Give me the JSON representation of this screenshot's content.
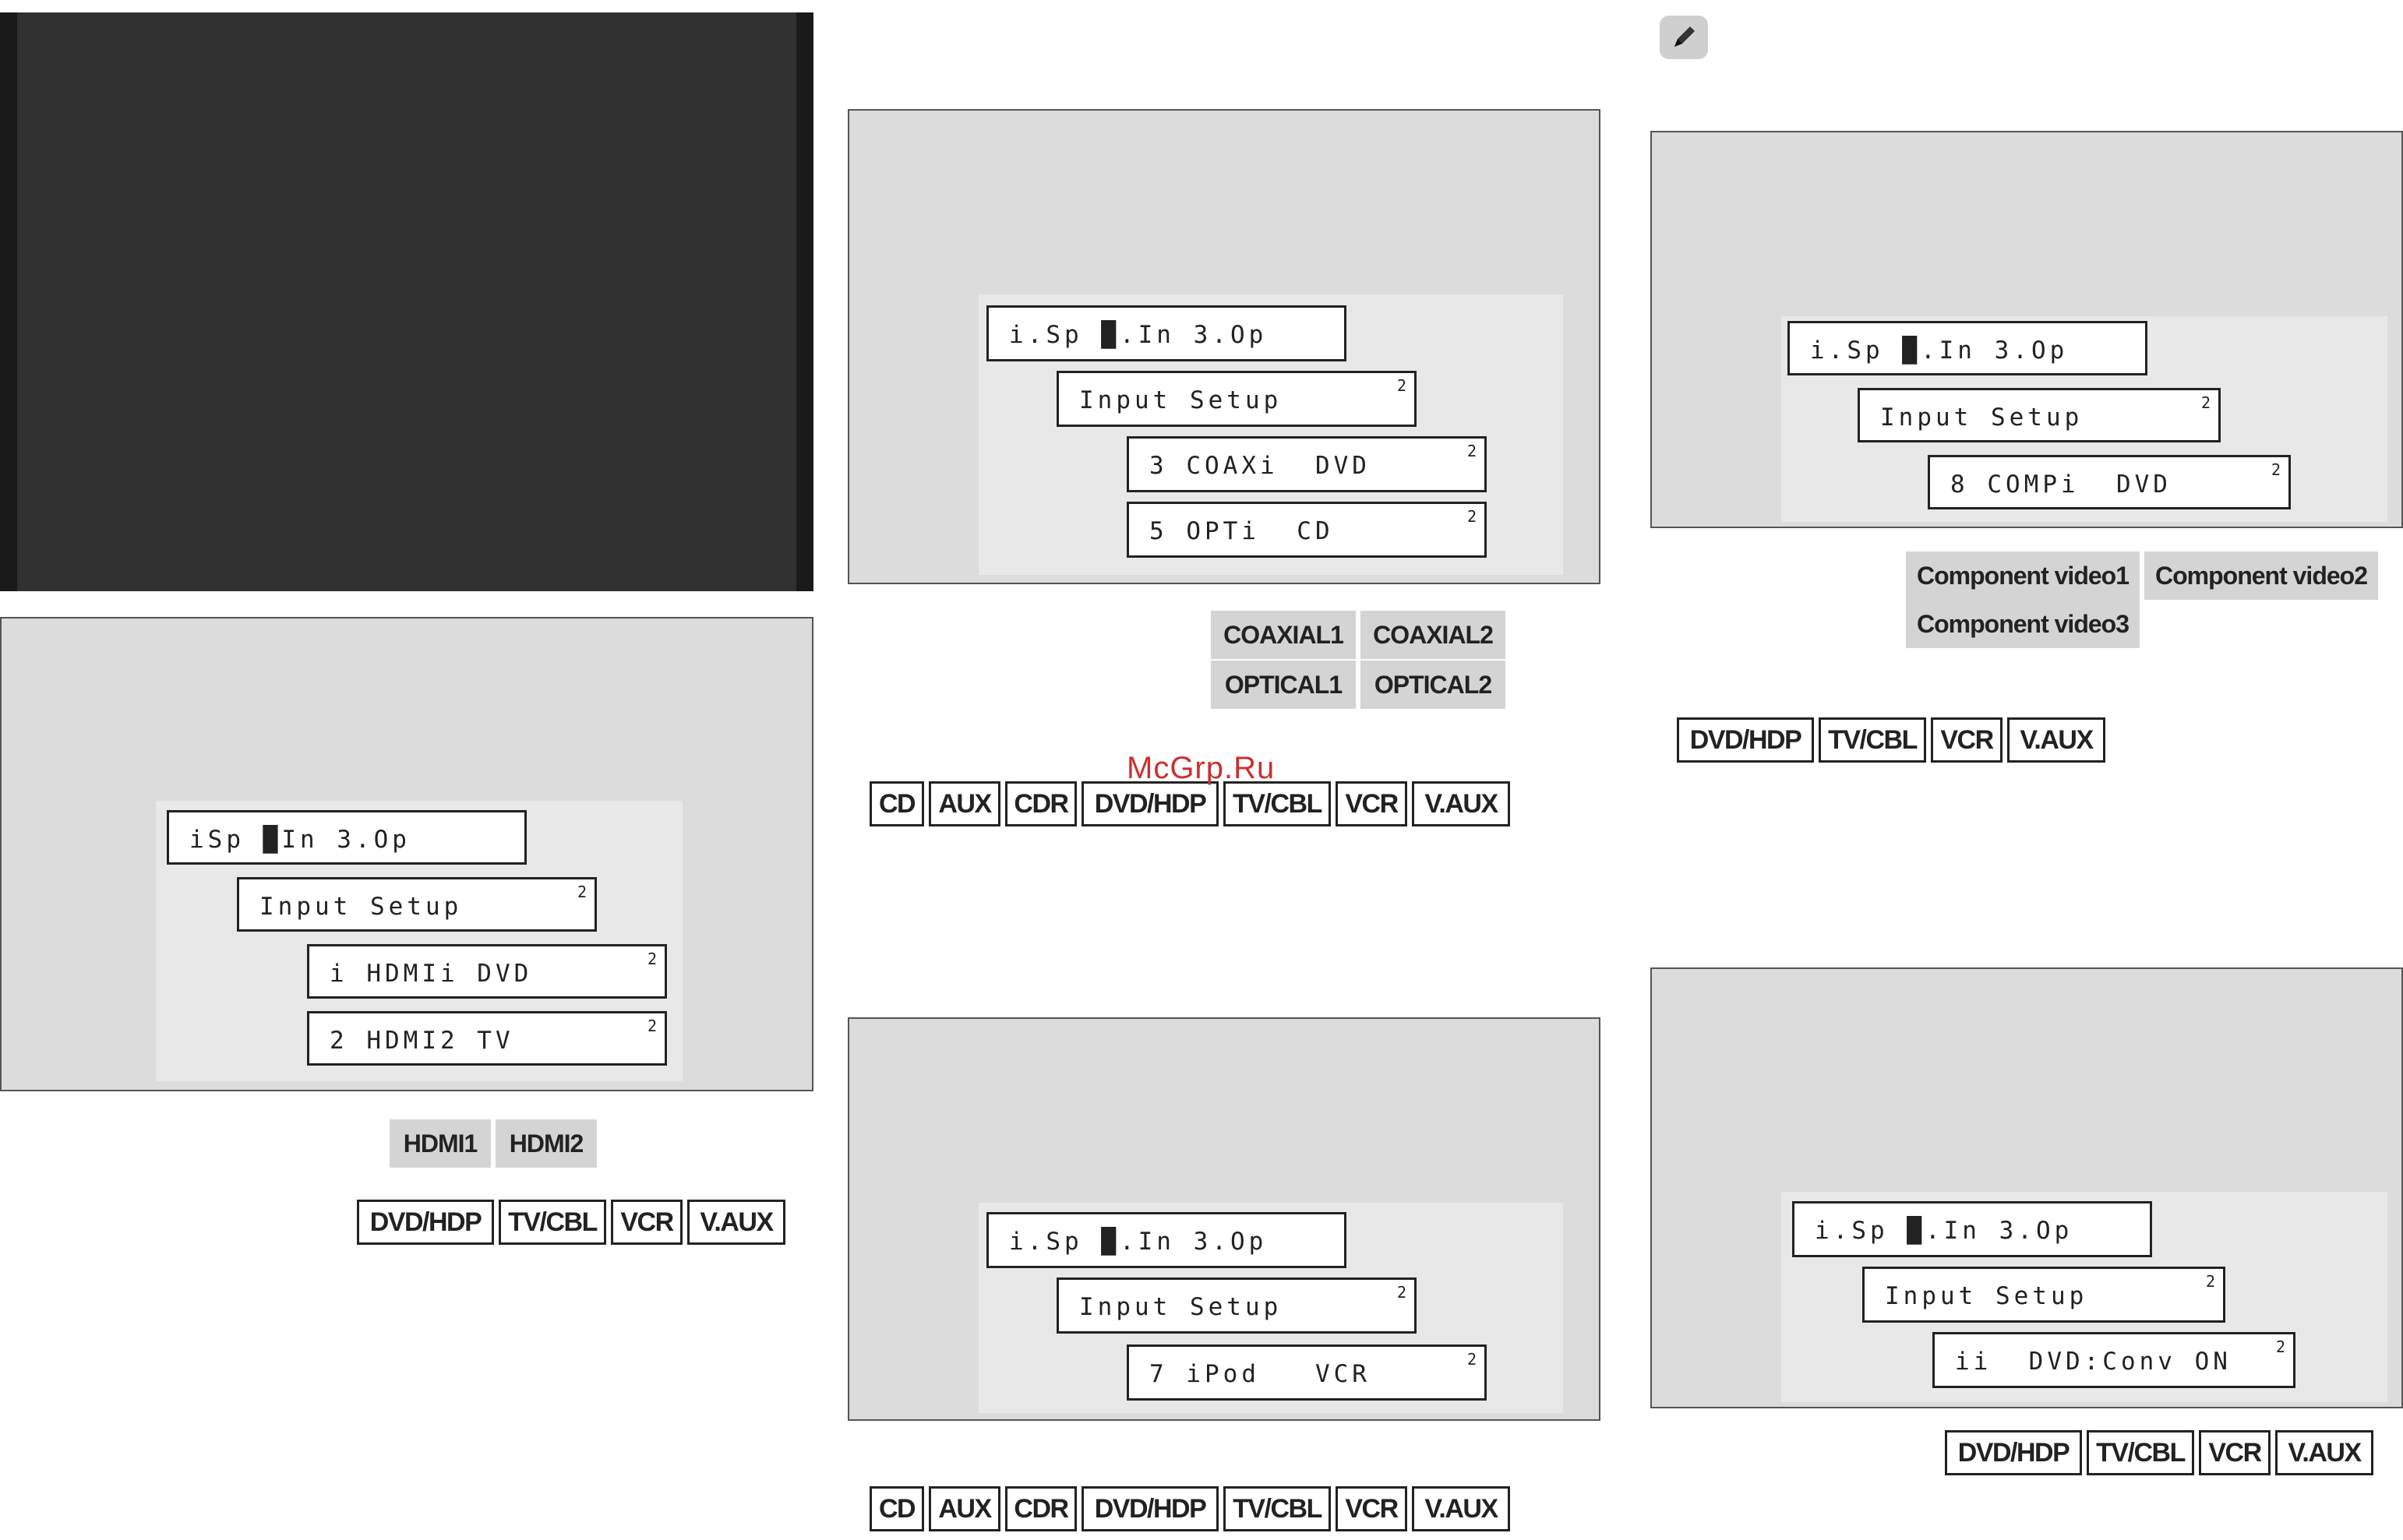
{
  "watermark": "McGrp.Ru",
  "icons": {
    "note": "pencil-icon"
  },
  "osd_common": {
    "menu_line": "i.Sp █.In 3.Op",
    "submenu": "Input Setup",
    "corner_mark": "2"
  },
  "panel_hdmi": {
    "menu_line": "iSp █In 3.Op",
    "submenu": "Input Setup",
    "rows": [
      "i HDMIi DVD",
      "2 HDMI2 TV"
    ],
    "tags": [
      "HDMI1",
      "HDMI2"
    ],
    "buttons": [
      "DVD/HDP",
      "TV/CBL",
      "VCR",
      "V.AUX"
    ]
  },
  "panel_digital": {
    "rows": [
      "3 COAXi  DVD",
      "5 OPTi  CD"
    ],
    "tags": [
      "COAXIAL1",
      "COAXIAL2",
      "OPTICAL1",
      "OPTICAL2"
    ],
    "buttons": [
      "CD",
      "AUX",
      "CDR",
      "DVD/HDP",
      "TV/CBL",
      "VCR",
      "V.AUX"
    ]
  },
  "panel_ipod": {
    "rows": [
      "7 iPod   VCR"
    ],
    "buttons": [
      "CD",
      "AUX",
      "CDR",
      "DVD/HDP",
      "TV/CBL",
      "VCR",
      "V.AUX"
    ]
  },
  "panel_component": {
    "rows": [
      "8 COMPi  DVD"
    ],
    "tags": [
      "Component video1",
      "Component video2",
      "Component video3"
    ],
    "buttons": [
      "DVD/HDP",
      "TV/CBL",
      "VCR",
      "V.AUX"
    ]
  },
  "panel_conv": {
    "rows": [
      "ii  DVD:Conv ON"
    ],
    "buttons": [
      "DVD/HDP",
      "TV/CBL",
      "VCR",
      "V.AUX"
    ]
  }
}
